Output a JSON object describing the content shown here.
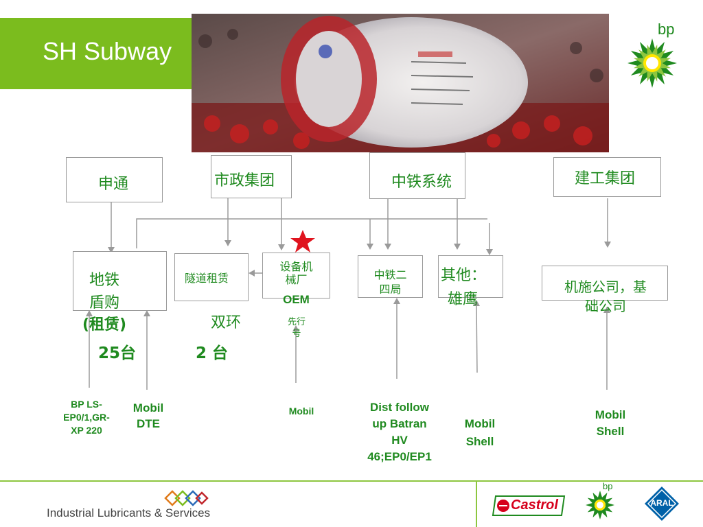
{
  "slide": {
    "title": "SH Subway",
    "bp_text": "bp"
  },
  "top_row": {
    "shentong": "申通",
    "shizheng": "市政集团",
    "zhongtie": "中铁系统",
    "jiangong": "建工集团"
  },
  "mid_row": {
    "ditie_line1": "地铁",
    "ditie_line2": "盾购",
    "ditie_line3": "(租赁)",
    "ditie_count": "25台",
    "suidao": "隧道租赁",
    "shuanghuan": "双环",
    "shuanghuan_count": "2 台",
    "shebei_line1": "设备机",
    "shebei_line2": "械厂",
    "shebei_oem": "OEM",
    "xianxing_line1": "先行",
    "xianxing_line2": "号",
    "zhongtie_sub_line1": "中铁二",
    "zhongtie_sub_line2": "四局",
    "qita_line1": "其他：",
    "qita_line2": "雄鹰",
    "jishi_line1": "机施公司，基",
    "jishi_line2": "础公司"
  },
  "bottom_labels": {
    "bp_ls": [
      "BP LS-",
      "EP0/1,GR-",
      "XP 220"
    ],
    "mobil_dte": [
      "Mobil",
      "DTE"
    ],
    "mobil": "Mobil",
    "dist": [
      "Dist follow",
      "up Batran",
      "HV",
      "46;EP0/EP1"
    ],
    "mobil_shell_1": [
      "Mobil",
      "Shell"
    ],
    "mobil_shell_2": [
      "Mobil",
      "Shell"
    ]
  },
  "footer": {
    "text": "Industrial Lubricants & Services",
    "castrol": "Castrol",
    "aral": "ARAL",
    "bp_small": "bp"
  },
  "colors": {
    "brand_green": "#7bbc1e",
    "text_green": "#1f8a1f",
    "star_red": "#e0141e",
    "castrol_red": "#d6001c",
    "aral_blue": "#0061a8"
  }
}
